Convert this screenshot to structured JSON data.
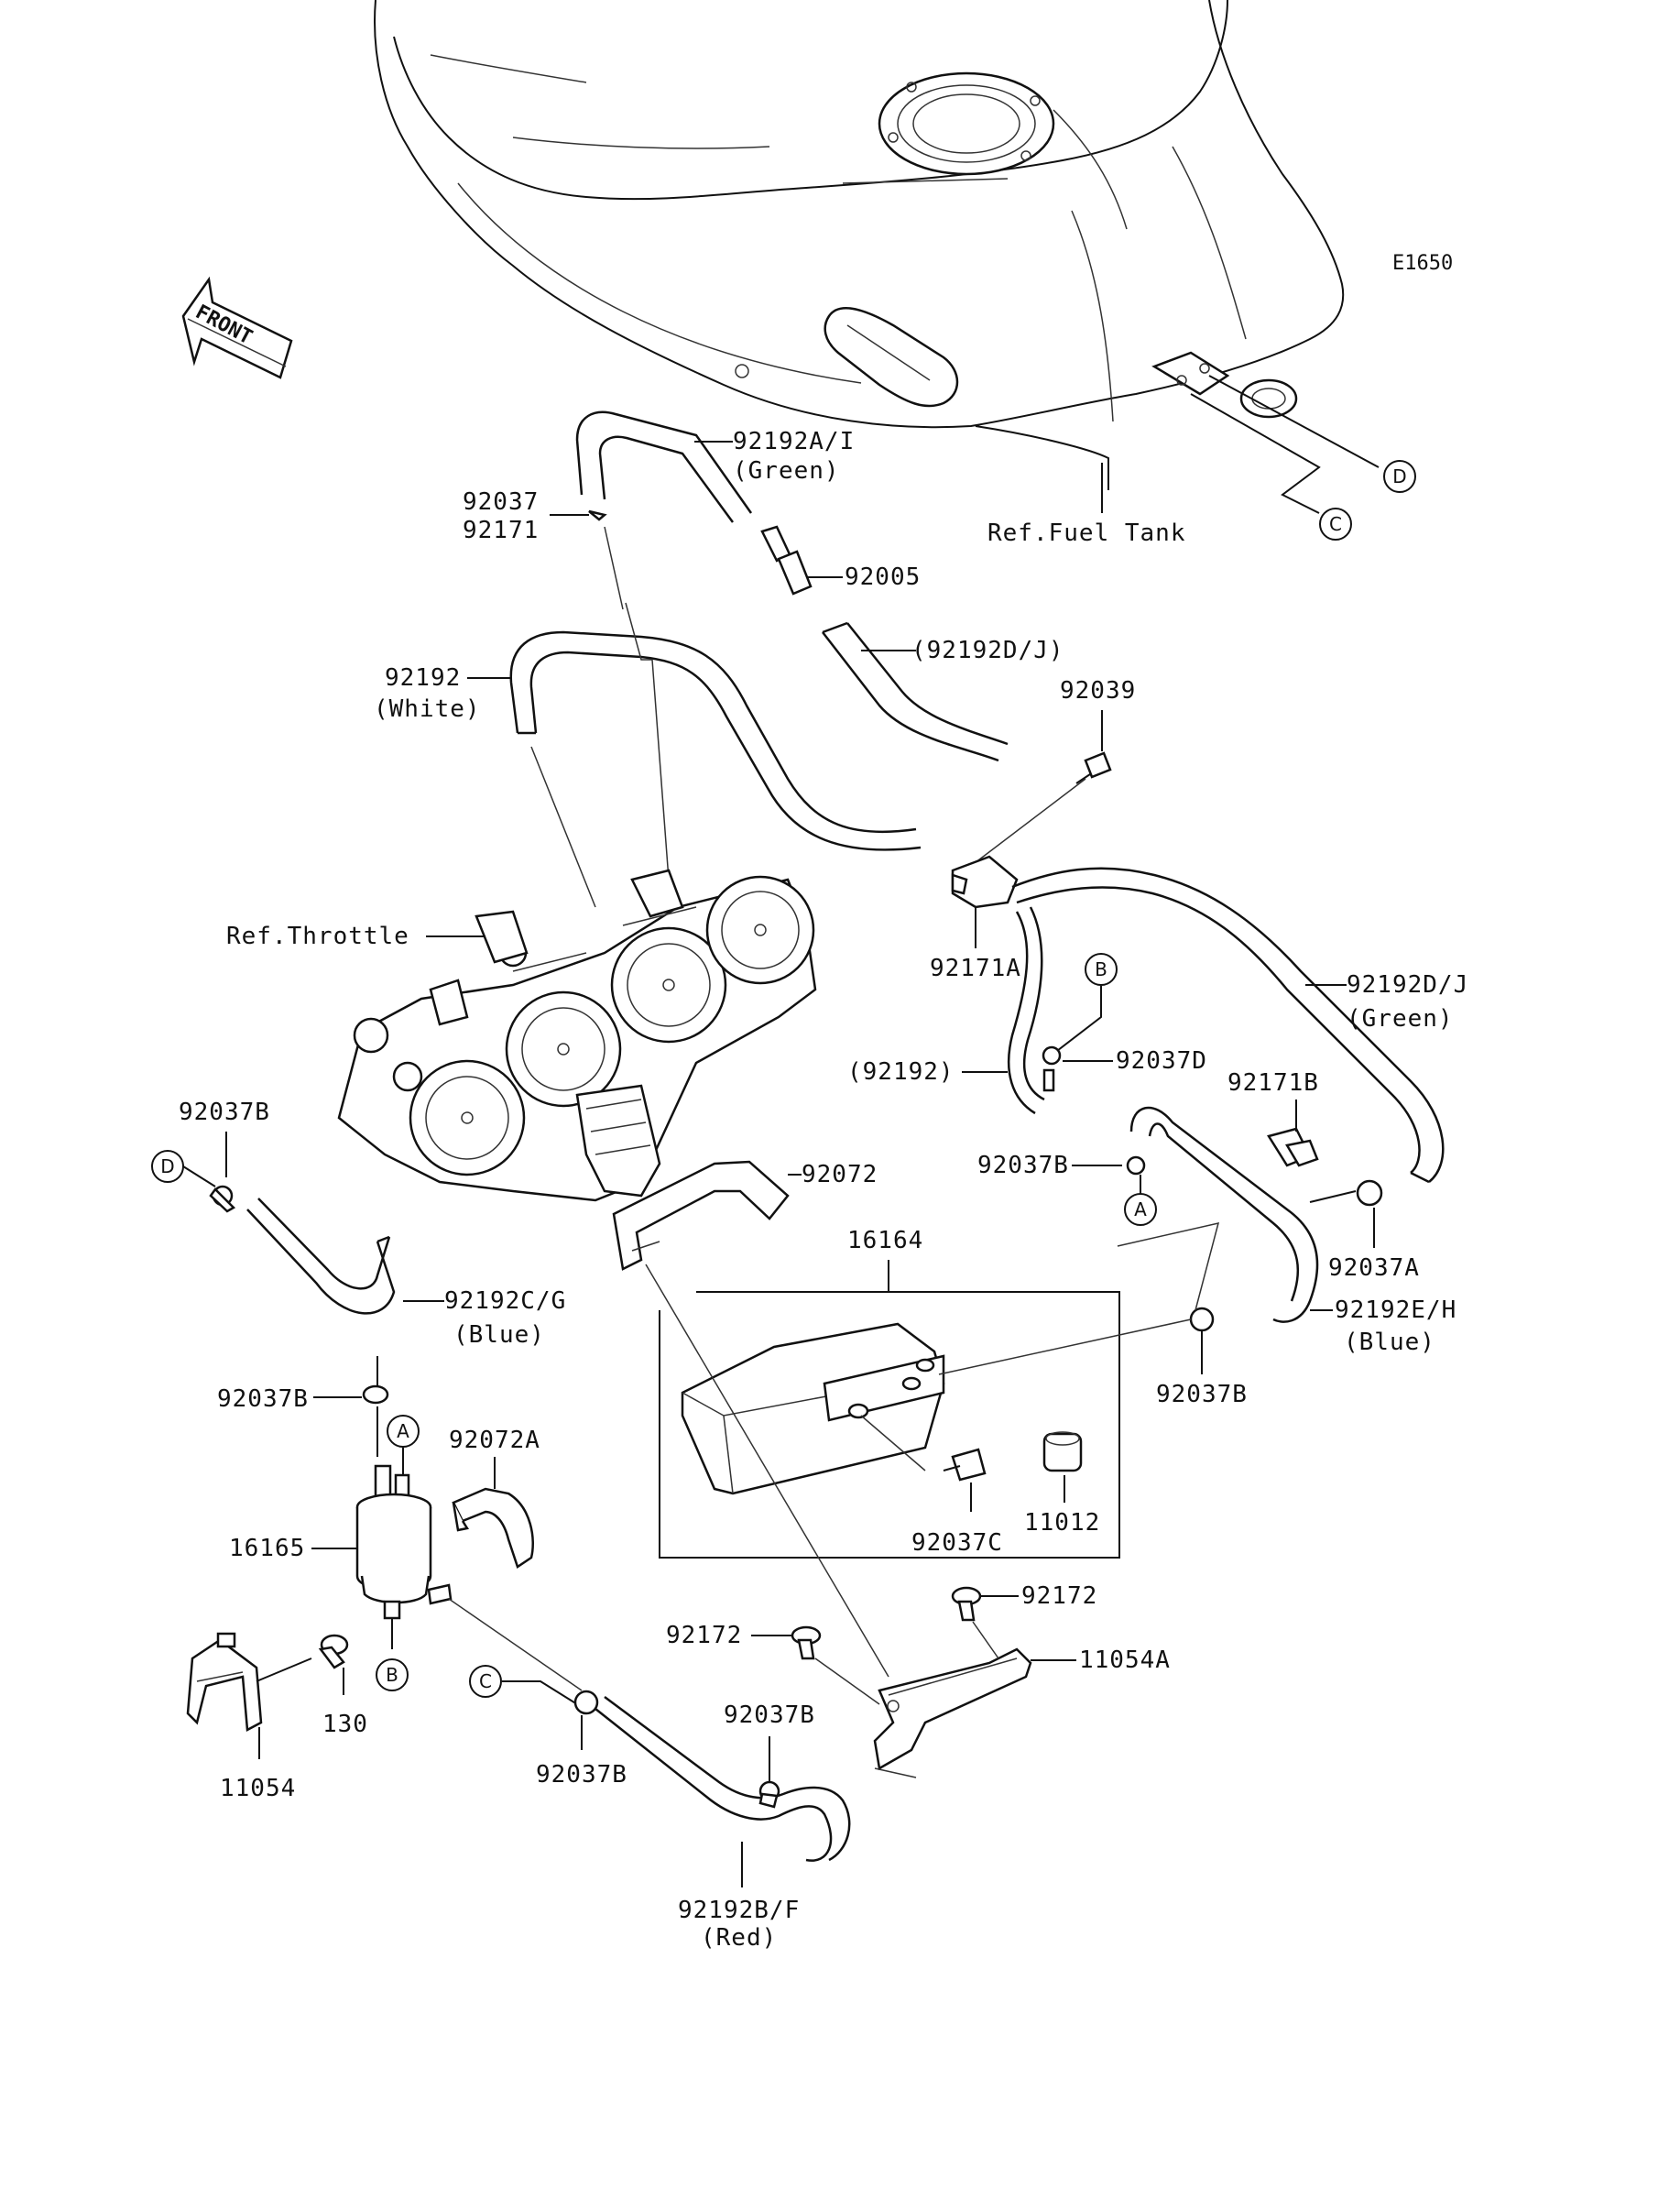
{
  "diagram_code": "E1650",
  "front_arrow": "FRONT",
  "refs": {
    "fuel_tank": "Ref.Fuel Tank",
    "throttle": "Ref.Throttle"
  },
  "circle_markers": [
    "A",
    "B",
    "C",
    "D"
  ],
  "parts": {
    "p92192AI": "92192A/I",
    "p92192AI_color": "(Green)",
    "p92037_top": "92037",
    "p92171_top": "92171",
    "p92005": "92005",
    "p92192DJ_paren": "(92192D/J)",
    "p92039": "92039",
    "p92192_white": "92192",
    "p92192_white_color": "(White)",
    "p92171A": "92171A",
    "p92192DJ": "92192D/J",
    "p92192DJ_color": "(Green)",
    "p92192_paren": "(92192)",
    "p92037D": "92037D",
    "p92171B": "92171B",
    "p92037B_left": "92037B",
    "p92072": "92072",
    "p92037B_mid": "92037B",
    "p92037A": "92037A",
    "p92192CG": "92192C/G",
    "p92192CG_color": "(Blue)",
    "p16164": "16164",
    "p92192EH": "92192E/H",
    "p92192EH_color": "(Blue)",
    "p92037B_a": "92037B",
    "p92037B_right": "92037B",
    "p92072A": "92072A",
    "p16165": "16165",
    "p92037C": "92037C",
    "p11012": "11012",
    "p92172_a": "92172",
    "p92172_b": "92172",
    "p11054A": "11054A",
    "p130": "130",
    "p11054": "11054",
    "p92037B_bot1": "92037B",
    "p92037B_bot2": "92037B",
    "p92192BF": "92192B/F",
    "p92192BF_color": "(Red)"
  }
}
